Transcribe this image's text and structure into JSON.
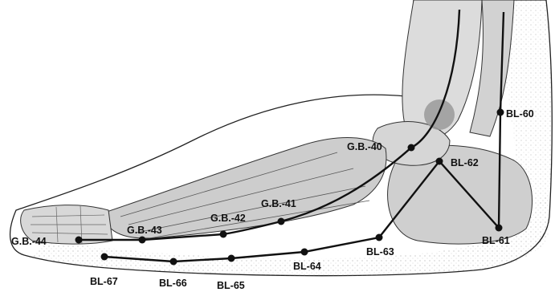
{
  "labels": {
    "bl60": "BL-60",
    "bl61": "BL-61",
    "bl62": "BL-62",
    "bl63": "BL-63",
    "bl64": "BL-64",
    "bl65": "BL-65",
    "bl66": "BL-66",
    "bl67": "BL-67",
    "gb40": "G.B.-40",
    "gb41": "G.B.-41",
    "gb42": "G.B.-42",
    "gb43": "G.B.-43",
    "gb44": "G.B.-44"
  },
  "colors": {
    "bone": "#c9c9c9",
    "bone_light": "#dcdcdc",
    "skin": "#ffffff",
    "outline": "#222222",
    "meridian": "#111111",
    "malleolus_marker": "#9a9a9a"
  }
}
